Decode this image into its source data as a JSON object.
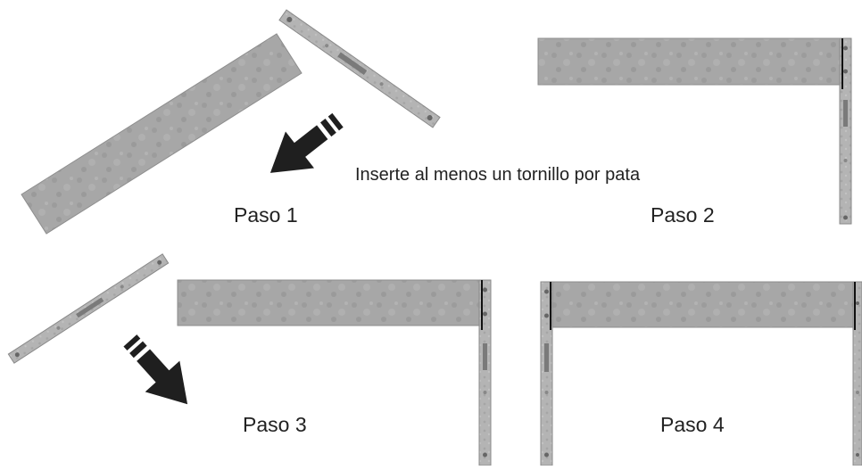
{
  "steps": [
    {
      "label": "Paso 1"
    },
    {
      "label": "Paso 2"
    },
    {
      "label": "Paso 3"
    },
    {
      "label": "Paso 4"
    }
  ],
  "note": "Inserte al menos un tornillo por pata",
  "colors": {
    "panel": "#a7a7a7",
    "panel_edge": "#8e8e8e",
    "leg": "#b4b4b4",
    "arrow": "#1f1f1f",
    "background": "#ffffff"
  }
}
